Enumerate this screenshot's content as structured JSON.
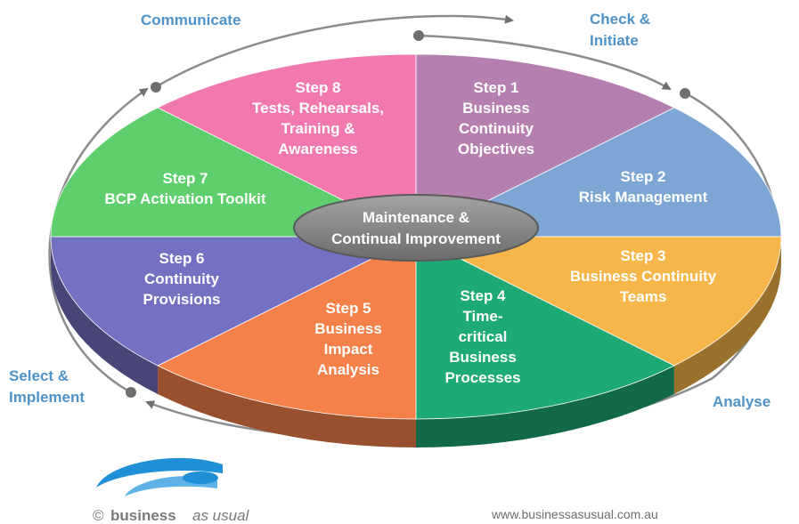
{
  "hub": {
    "line1": "Maintenance &",
    "line2": "Continual Improvement"
  },
  "steps": [
    {
      "lines": [
        "Step 1",
        "Business",
        "Continuity",
        "Objectives"
      ],
      "color": "#b57fb0"
    },
    {
      "lines": [
        "Step 2",
        "Risk Management"
      ],
      "color": "#7ea6d4"
    },
    {
      "lines": [
        "Step 3",
        "Business Continuity",
        "Teams"
      ],
      "color": "#f6b649"
    },
    {
      "lines": [
        "Step 4",
        "Time-",
        "critical",
        "Business",
        "Processes"
      ],
      "color": "#1daa74"
    },
    {
      "lines": [
        "Step 5",
        "Business",
        "Impact",
        "Analysis"
      ],
      "color": "#f5814a"
    },
    {
      "lines": [
        "Step 6",
        "Continuity",
        "Provisions"
      ],
      "color": "#7470c2"
    },
    {
      "lines": [
        "Step 7",
        "BCP Activation Toolkit"
      ],
      "color": "#5fcf6d"
    },
    {
      "lines": [
        "Step 8",
        "Tests, Rehearsals,",
        "Training &",
        "Awareness"
      ],
      "color": "#f279b0"
    }
  ],
  "phases": {
    "communicate": [
      "Communicate"
    ],
    "check": [
      "Check &",
      "Initiate"
    ],
    "analyse": [
      "Analyse"
    ],
    "select": [
      "Select &",
      "Implement"
    ]
  },
  "footer": {
    "copyright_symbol": "©",
    "brand_bold": "business",
    "brand_rest": "as usual",
    "url": "www.businessasusual.com.au"
  },
  "colors": {
    "phase_text": "#4f92c8",
    "ring": "#8c8c8c",
    "hub": "#858585",
    "logo": "#1f8fd8"
  }
}
